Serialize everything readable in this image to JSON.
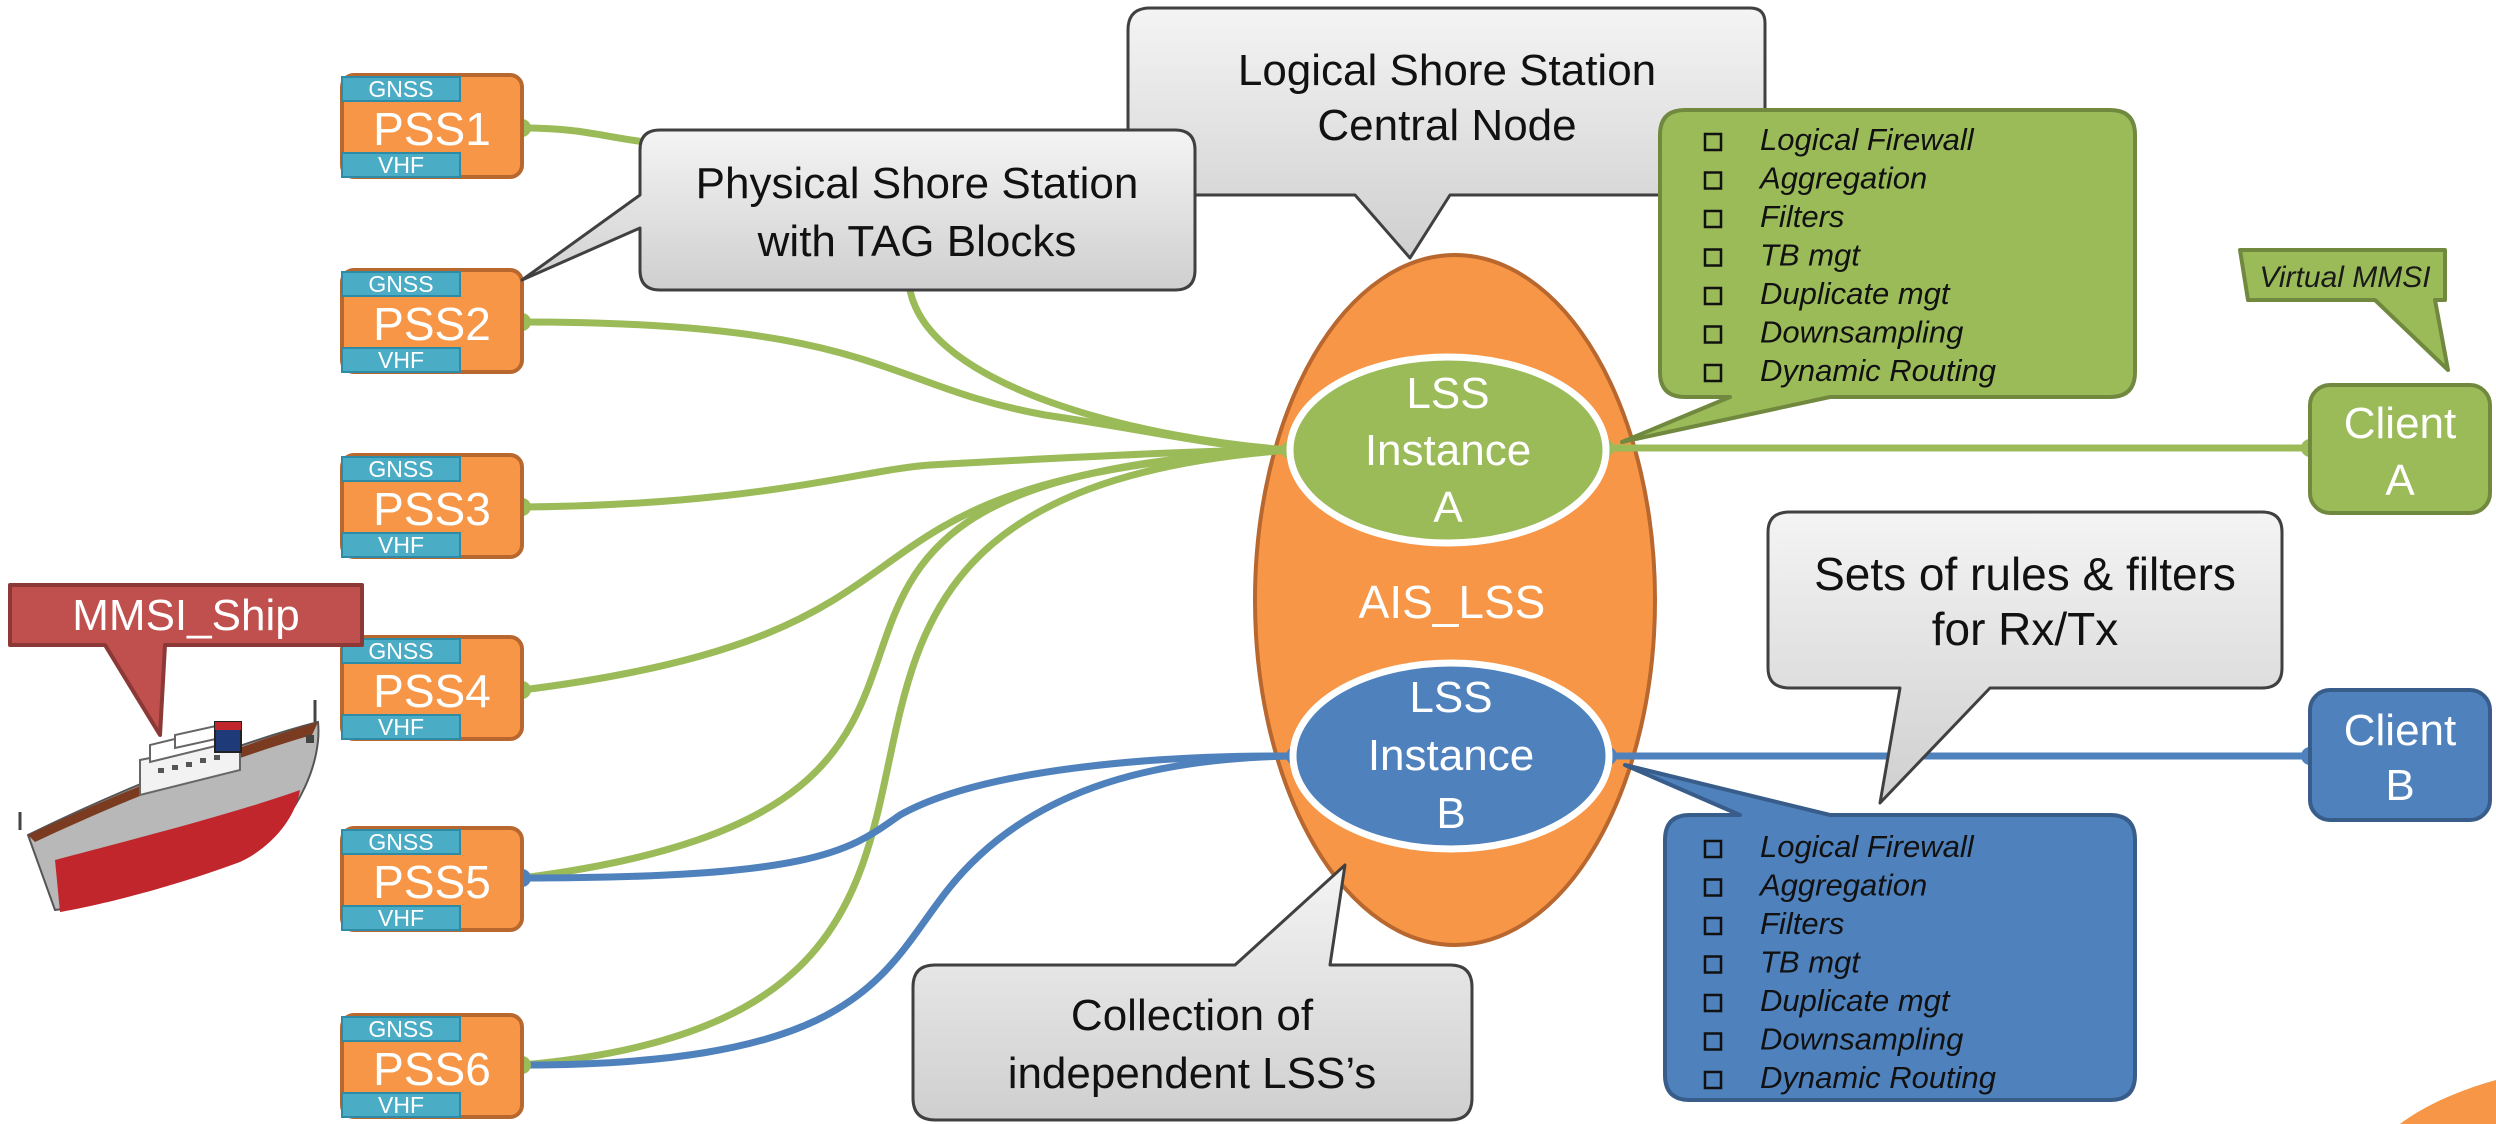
{
  "colors": {
    "orange": "#F79646",
    "orange_border": "#B8672F",
    "teal": "#4BACC6",
    "green": "#9BBB59",
    "green_border": "#71893F",
    "blue": "#4F81BD",
    "blue_border": "#385D8A",
    "red": "#C0504D",
    "callout_gray": "#E0E0E0"
  },
  "stations": [
    {
      "name": "PSS1",
      "top_label": "GNSS",
      "bottom_label": "VHF"
    },
    {
      "name": "PSS2",
      "top_label": "GNSS",
      "bottom_label": "VHF"
    },
    {
      "name": "PSS3",
      "top_label": "GNSS",
      "bottom_label": "VHF"
    },
    {
      "name": "PSS4",
      "top_label": "GNSS",
      "bottom_label": "VHF"
    },
    {
      "name": "PSS5",
      "top_label": "GNSS",
      "bottom_label": "VHF"
    },
    {
      "name": "PSS6",
      "top_label": "GNSS",
      "bottom_label": "VHF"
    }
  ],
  "ship_callout": "MMSI_Ship",
  "ship_icon": "ship-icon",
  "callouts": {
    "central_node": [
      "Logical Shore Station",
      "Central Node"
    ],
    "physical_station": [
      "Physical Shore Station",
      "with TAG Blocks"
    ],
    "rules_filters": [
      "Sets of rules & filters",
      "for Rx/Tx"
    ],
    "collection": [
      "Collection of",
      "independent LSS’s"
    ],
    "virtual_mmsi": "Virtual MMSI"
  },
  "lss_container": "AIS_LSS",
  "instances": [
    {
      "lines": [
        "LSS",
        "Instance",
        "A"
      ]
    },
    {
      "lines": [
        "LSS",
        "Instance",
        "B"
      ]
    }
  ],
  "clients": [
    {
      "lines": [
        "Client",
        "A"
      ]
    },
    {
      "lines": [
        "Client",
        "B"
      ]
    }
  ],
  "feature_list_a": [
    "Logical Firewall",
    "Aggregation",
    "Filters",
    "TB mgt",
    "Duplicate mgt",
    "Downsampling",
    "Dynamic Routing"
  ],
  "feature_list_b": [
    "Logical Firewall",
    "Aggregation",
    "Filters",
    "TB mgt",
    "Duplicate mgt",
    "Downsampling",
    "Dynamic Routing"
  ]
}
